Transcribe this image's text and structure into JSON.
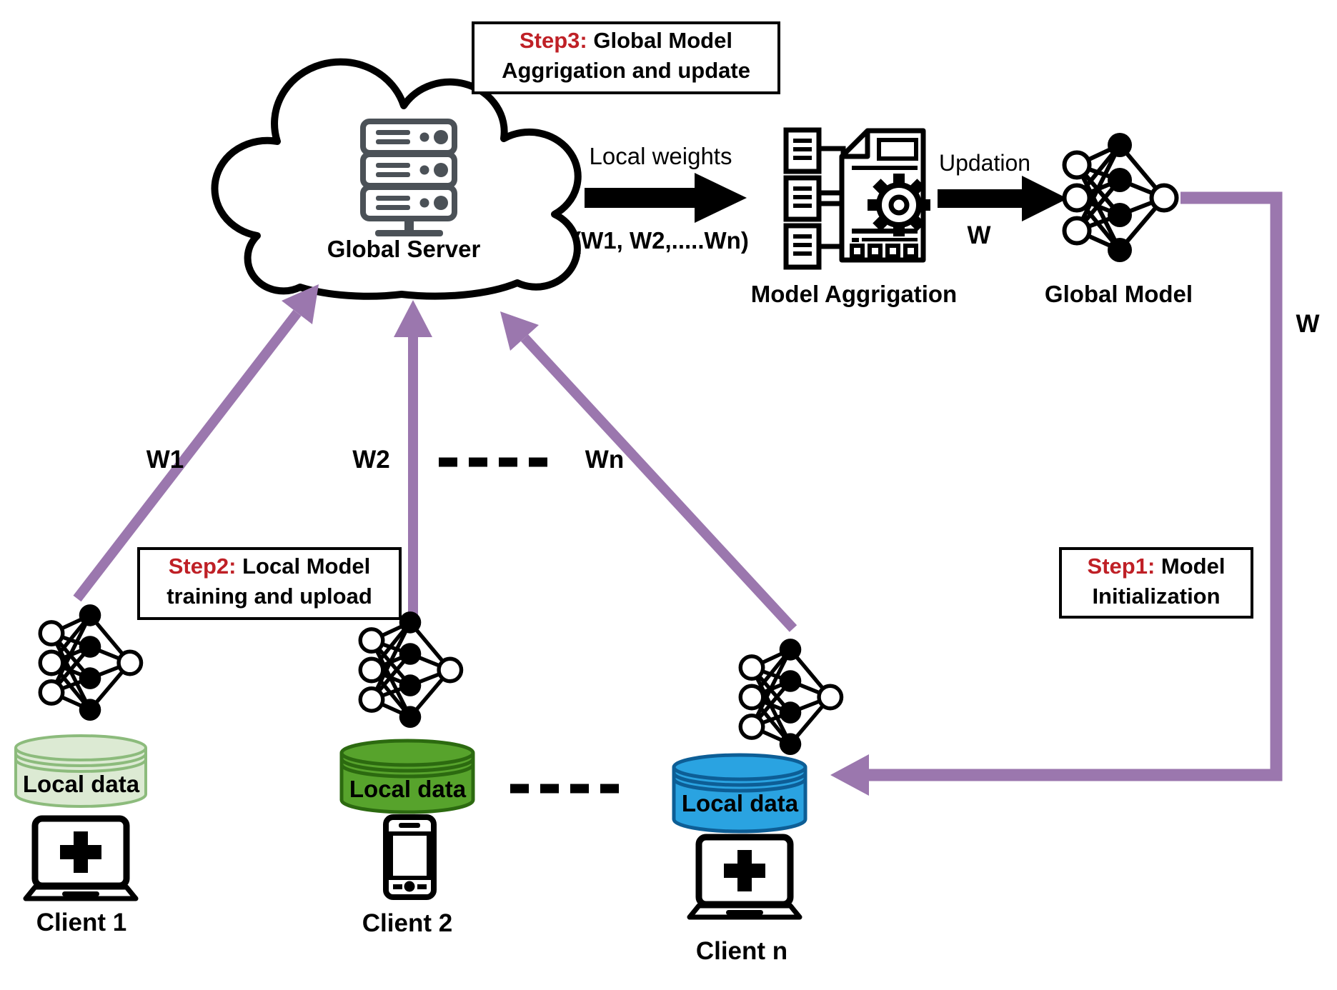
{
  "figure": {
    "boxes": {
      "step3": {
        "prefix": "Step3:",
        "rest": " Global Model",
        "line2": "Aggrigation and update"
      },
      "step2": {
        "prefix": "Step2:",
        "rest": " Local Model",
        "line2": "training and upload"
      },
      "step1": {
        "prefix": "Step1:",
        "rest": " Model",
        "line2": "Initialization"
      }
    },
    "server": {
      "label": "Global Server"
    },
    "flows": {
      "local_weights_label": "Local weights",
      "local_weights_tuple": "(W1, W2,.....Wn)",
      "updation_label": "Updation",
      "updation_weight": "W",
      "broadcast_weight": "W"
    },
    "aggregation": {
      "label": "Model Aggrigation"
    },
    "global_model": {
      "label": "Global Model"
    },
    "clients": [
      {
        "name": "Client 1",
        "weight": "W1",
        "data_label": "Local data"
      },
      {
        "name": "Client 2",
        "weight": "W2",
        "data_label": "Local data"
      },
      {
        "name": "Client n",
        "weight": "Wn",
        "data_label": "Local data"
      }
    ],
    "colors": {
      "purple": "#9b77ae",
      "red": "#bf2026",
      "server_gray": "#4b5157",
      "green_light_fill": "#dcead3",
      "green_light_stroke": "#8cbb7c",
      "green_fill": "#57a32c",
      "green_stroke": "#2c6a10",
      "blue_fill": "#2aa3e1",
      "blue_stroke": "#0d5e96"
    }
  }
}
